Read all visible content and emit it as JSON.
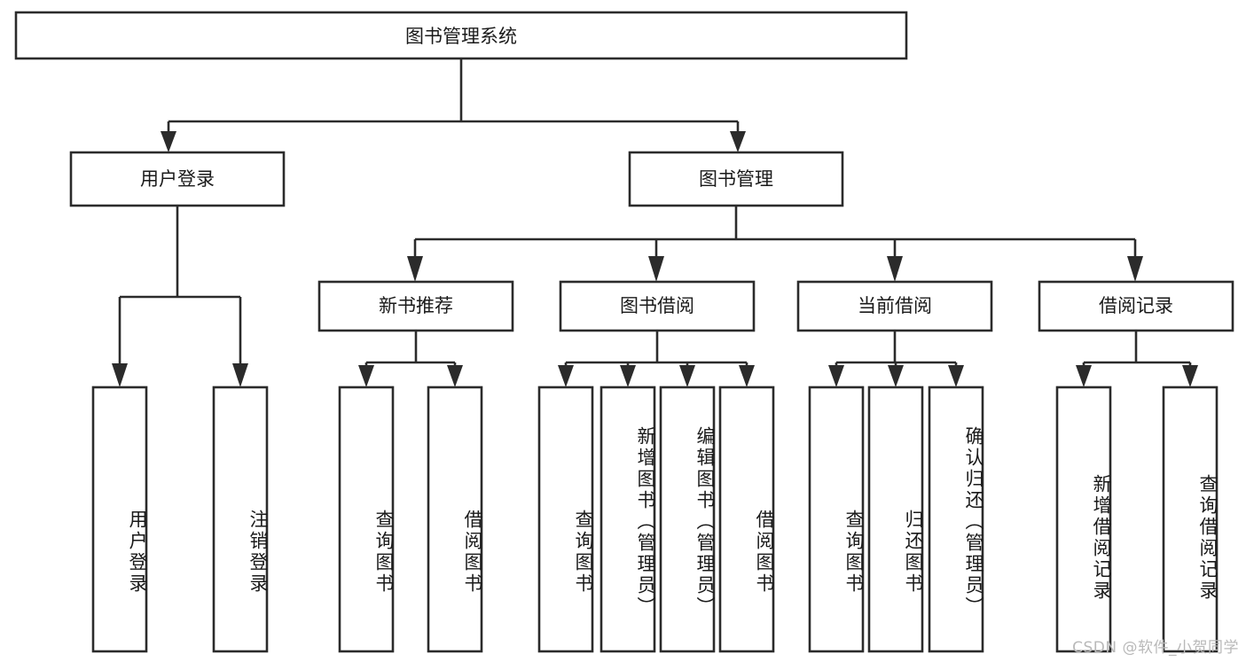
{
  "diagram": {
    "title": "图书管理系统",
    "type": "tree",
    "orientation": "top-down",
    "colors": {
      "box_stroke": "#2b2b2b",
      "box_fill": "#ffffff",
      "text": "#1a1a1a",
      "background": "#ffffff",
      "watermark": "#b9b9b9"
    },
    "root": {
      "label": "图书管理系统"
    },
    "level2": [
      {
        "label": "用户登录"
      },
      {
        "label": "图书管理"
      }
    ],
    "level3": [
      {
        "label": "新书推荐"
      },
      {
        "label": "图书借阅"
      },
      {
        "label": "当前借阅"
      },
      {
        "label": "借阅记录"
      }
    ],
    "leaves": {
      "user_login": [
        {
          "label": "用户登录"
        },
        {
          "label": "注销登录"
        }
      ],
      "new_book_recommend": [
        {
          "label": "查询图书"
        },
        {
          "label": "借阅图书"
        }
      ],
      "book_borrow": [
        {
          "label": "查询图书"
        },
        {
          "label": "新增图书（管理员）"
        },
        {
          "label": "编辑图书（管理员）"
        },
        {
          "label": "借阅图书"
        }
      ],
      "current_borrow": [
        {
          "label": "查询图书"
        },
        {
          "label": "归还图书"
        },
        {
          "label": "确认归还（管理员）"
        }
      ],
      "borrow_record": [
        {
          "label": "新增借阅记录"
        },
        {
          "label": "查询借阅记录"
        }
      ]
    }
  },
  "watermark": {
    "text": "CSDN @软件_小贺同学"
  }
}
